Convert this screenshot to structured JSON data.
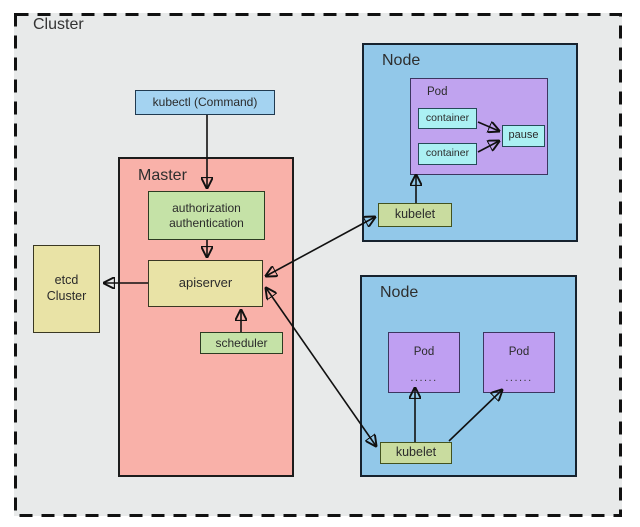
{
  "cluster": {
    "label": "Cluster"
  },
  "kubectl": {
    "label": "kubectl (Command)"
  },
  "master": {
    "label": "Master",
    "auth_line1": "authorization",
    "auth_line2": "authentication",
    "apiserver_label": "apiserver",
    "scheduler_label": "scheduler"
  },
  "etcd": {
    "line1": "etcd",
    "line2": "Cluster"
  },
  "node1": {
    "label": "Node",
    "pod_label": "Pod",
    "container1_label": "container",
    "container2_label": "container",
    "pause_label": "pause",
    "kubelet_label": "kubelet"
  },
  "node2": {
    "label": "Node",
    "pod_a_label": "Pod",
    "pod_a_dots": "......",
    "pod_b_label": "Pod",
    "pod_b_dots": "......",
    "kubelet_label": "kubelet"
  },
  "colors": {
    "cluster_bg": "#e8eaea",
    "node_bg": "#92c8e9",
    "master_bg": "#f9b1a9",
    "pod_bg": "#bfa1f0",
    "container_bg": "#abf0f3",
    "kubectl_bg": "#a4d3f1",
    "khaki_bg": "#e9e3a6",
    "green_bg": "#c5e2a7",
    "kubelet_bg": "#c9dc9f",
    "line": "#111111"
  }
}
